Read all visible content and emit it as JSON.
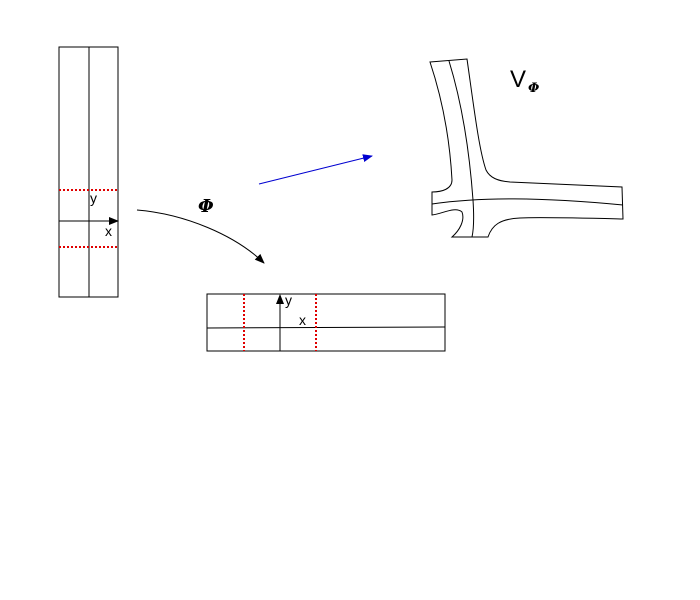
{
  "labels": {
    "left_y": "y",
    "left_x": "x",
    "map": "Φ",
    "bottom_y": "y",
    "bottom_x": "x",
    "region_main": "V",
    "region_sub": "Φ"
  },
  "colors": {
    "stroke": "#000000",
    "dotted": "#e00000",
    "blue_arrow": "#0000d0"
  }
}
